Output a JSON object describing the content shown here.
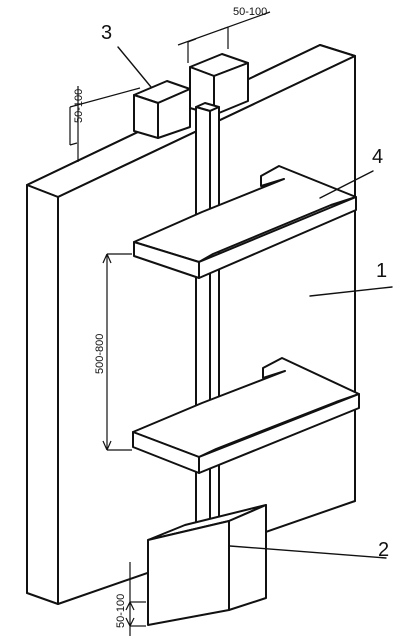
{
  "labels": {
    "panel": "1",
    "lower_support": "2",
    "top_block": "3",
    "handle_bracket": "4"
  },
  "dimensions": {
    "top_gap": "50-100",
    "left_top": "50-100",
    "middle_span": "500-800",
    "bottom_gap": "50-100"
  }
}
